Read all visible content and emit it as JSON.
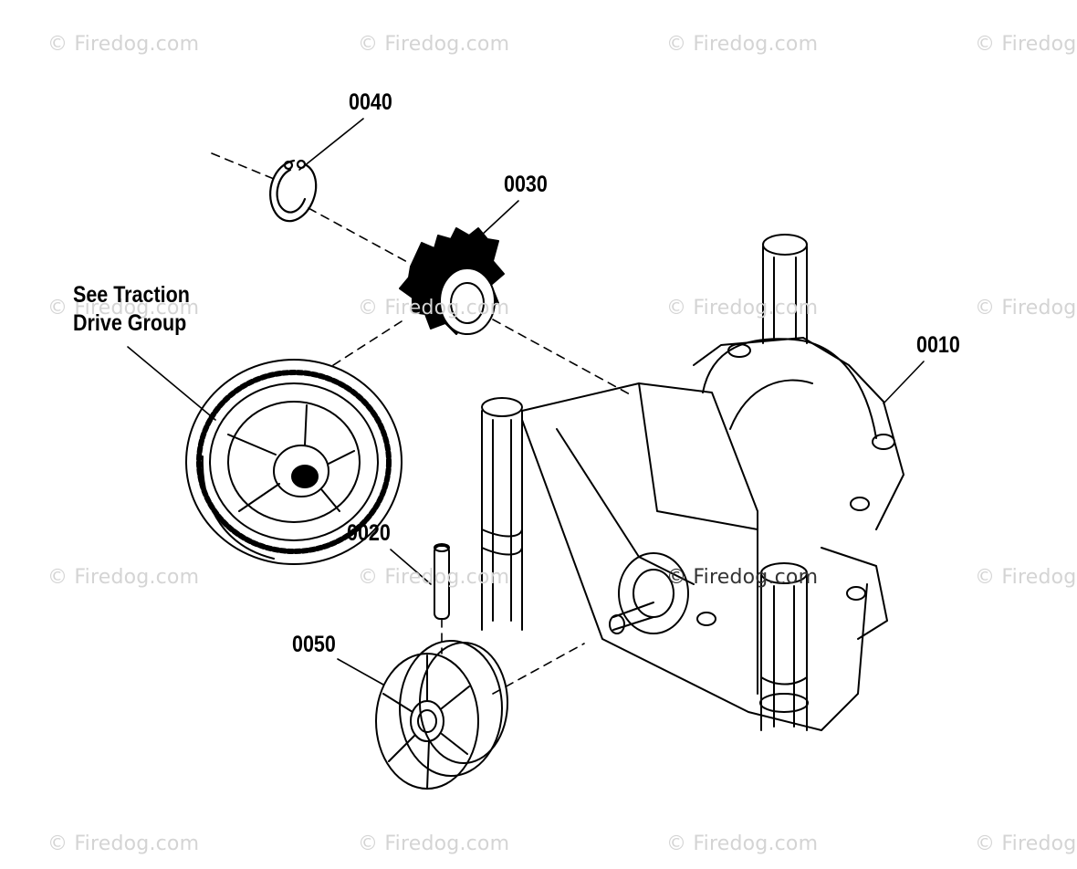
{
  "watermark": "© Firedog.com",
  "parts": [
    {
      "id": "callout-0040",
      "number": "0040"
    },
    {
      "id": "callout-0030",
      "number": "0030"
    },
    {
      "id": "callout-0010",
      "number": "0010"
    },
    {
      "id": "callout-0020",
      "number": "0020"
    },
    {
      "id": "callout-0050",
      "number": "0050"
    }
  ],
  "reference_note": {
    "line1": "See Traction",
    "line2": "Drive Group"
  }
}
